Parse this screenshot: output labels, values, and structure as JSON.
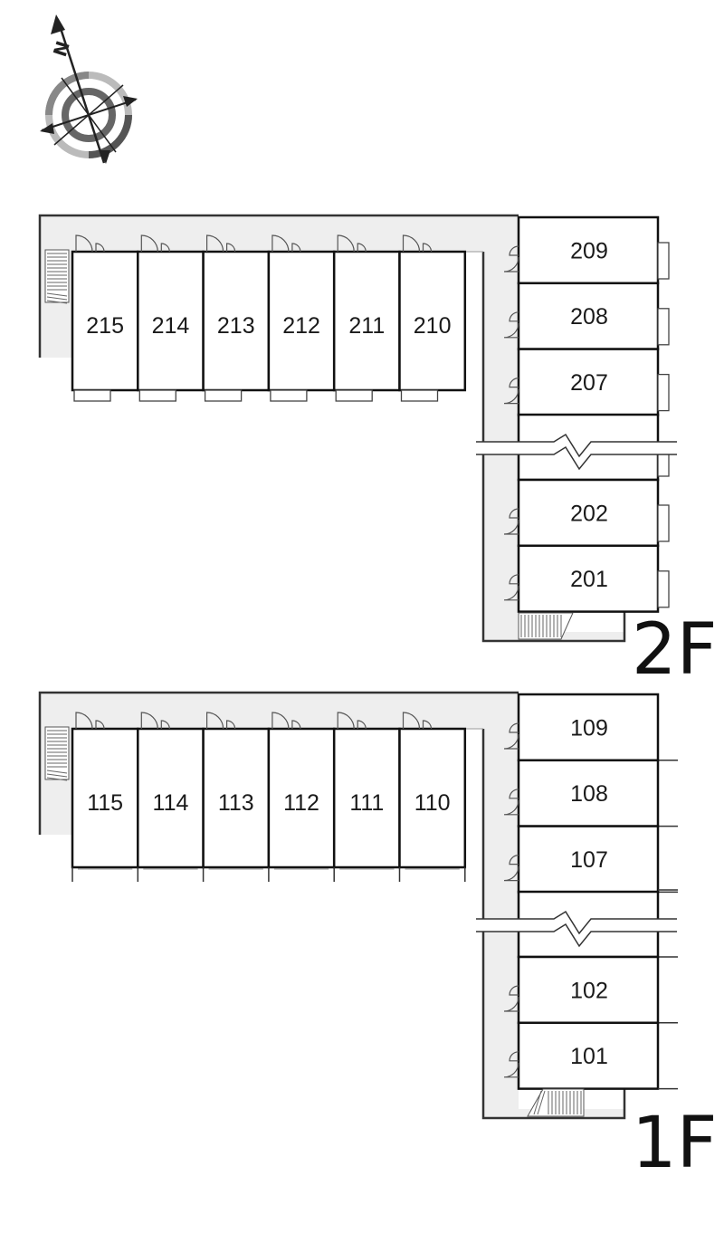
{
  "compass": {
    "north_letter": "N"
  },
  "floors": [
    {
      "label": "2F",
      "top_units": [
        "215",
        "214",
        "213",
        "212",
        "211",
        "210"
      ],
      "side_units_upper": [
        "209",
        "208",
        "207"
      ],
      "side_units_lower": [
        "202",
        "201"
      ]
    },
    {
      "label": "1F",
      "top_units": [
        "115",
        "114",
        "113",
        "112",
        "111",
        "110"
      ],
      "side_units_upper": [
        "109",
        "108",
        "107"
      ],
      "side_units_lower": [
        "102",
        "101"
      ]
    }
  ],
  "colors": {
    "corridor": "#eeeeee",
    "wall": "#111111",
    "compass_outer": "#bbbbbb",
    "compass_inner": "#666666"
  }
}
